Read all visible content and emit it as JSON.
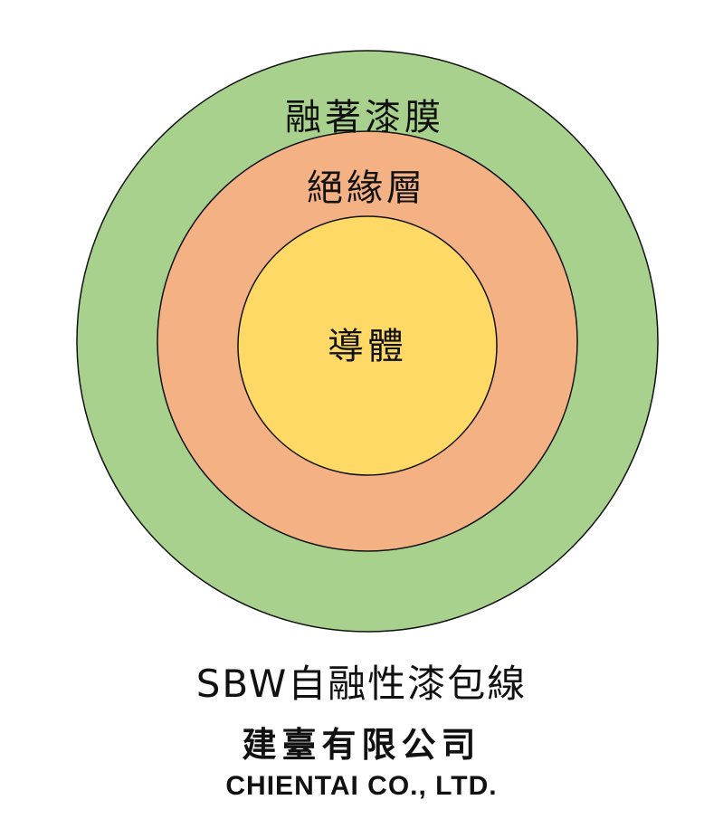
{
  "diagram": {
    "layers": [
      {
        "label": "融著漆膜",
        "color": "#a8d18d"
      },
      {
        "label": "絕緣層",
        "color": "#f4b183"
      },
      {
        "label": "導體",
        "color": "#ffd966"
      }
    ]
  },
  "caption": {
    "product": "SBW自融性漆包線",
    "company_cn": "建臺有限公司",
    "company_en": "CHIENTAI CO., LTD."
  }
}
